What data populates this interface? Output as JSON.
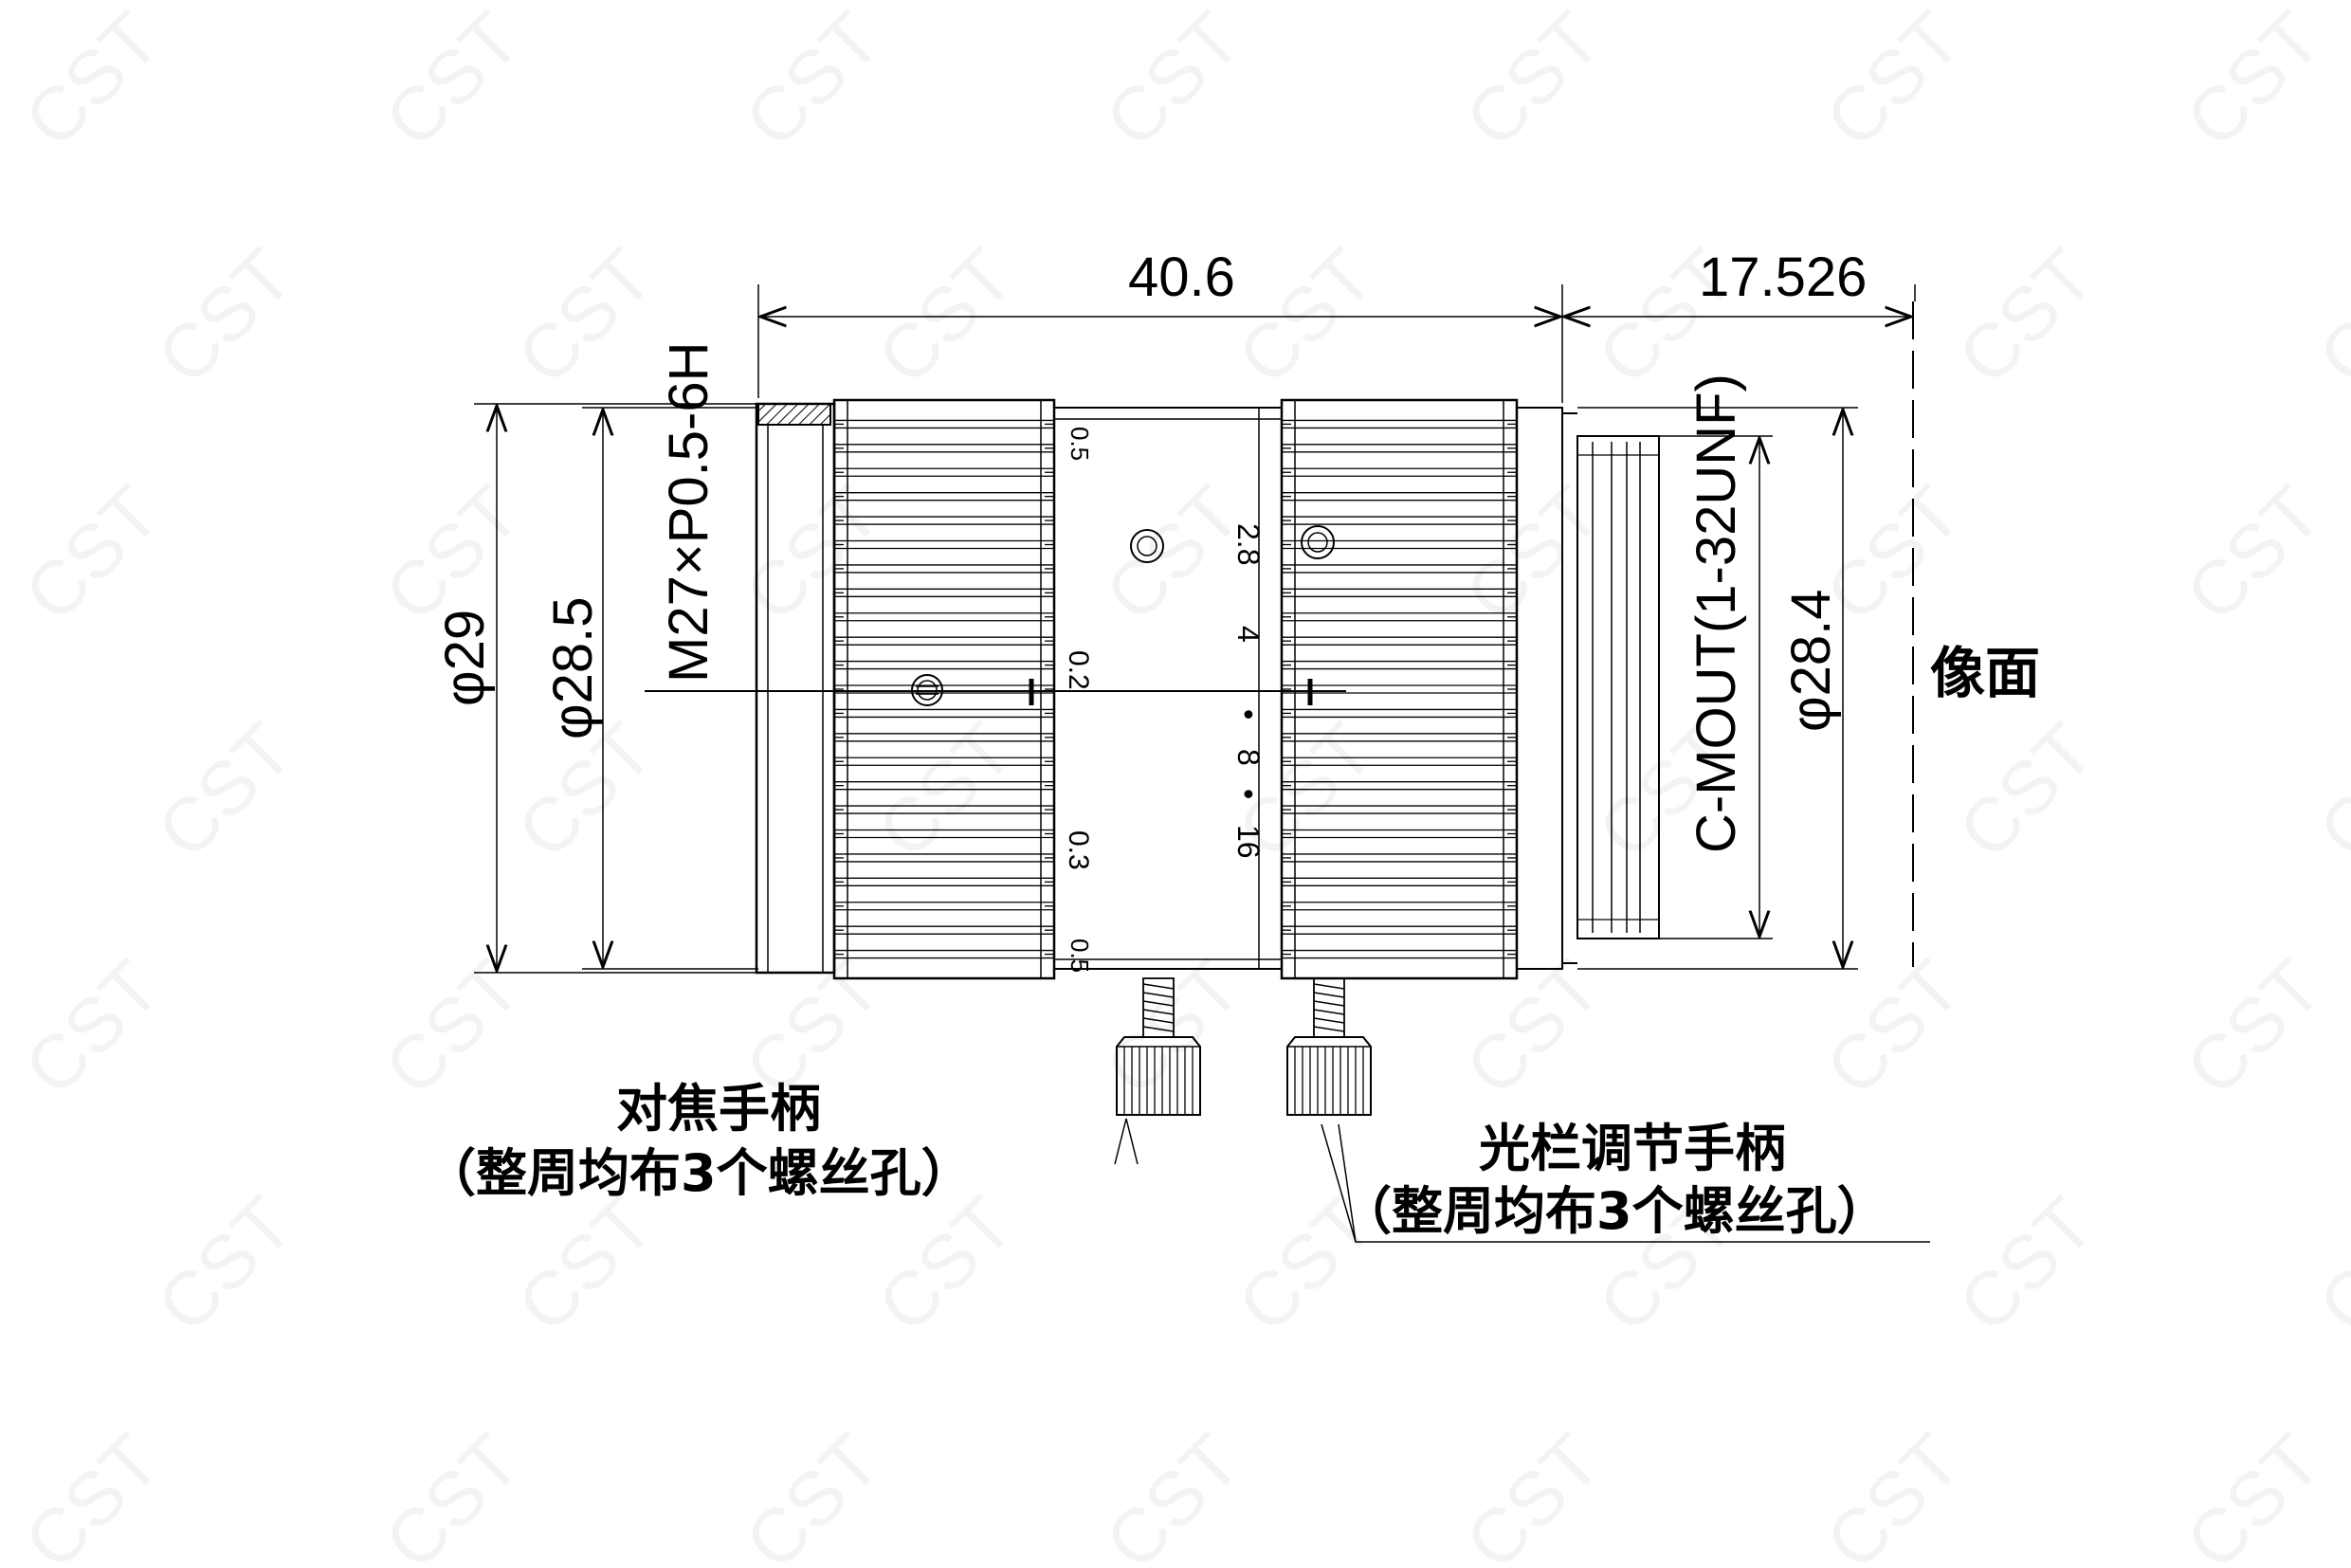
{
  "dimensions": {
    "overall_length": "40.6",
    "flange_back": "17.526",
    "outer_diameter": "φ29",
    "body_diameter": "φ28.5",
    "mount_diameter": "φ28.4"
  },
  "thread_labels": {
    "filter_thread": "M27×P0.5-6H",
    "mount_thread": "C-MOUT(1-32UNF)"
  },
  "image_plane_label": "像面",
  "focus_scale": [
    "0.5",
    "0.2",
    "0.3",
    "0.5"
  ],
  "aperture_scale": [
    "2.8",
    "4",
    "•",
    "8",
    "•",
    "16"
  ],
  "callouts": {
    "focus_handle": {
      "line1": "对焦手柄",
      "line2": "（整周均布3个螺丝孔）"
    },
    "aperture_handle": {
      "line1": "光栏调节手柄",
      "line2": "（整周均布3个螺丝孔）"
    }
  },
  "watermark": "CST"
}
